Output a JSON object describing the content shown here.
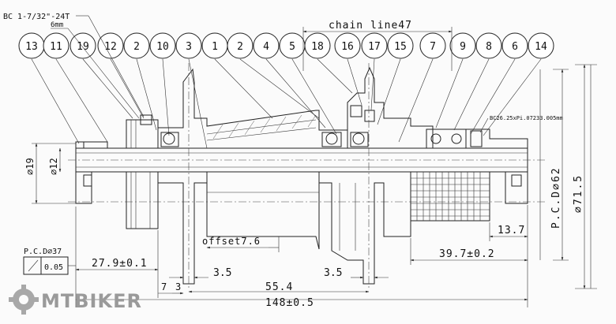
{
  "notes": {
    "bc_top": "BC 1-7/32\"-24T",
    "mm6": "6mm",
    "chain_line": "chain line47",
    "bc_right": "BC26.25xPi.07233.005mm",
    "pcd_small": "P.C.D⌀37",
    "tolerance": "0.05",
    "offset": "offset7.6"
  },
  "callouts": [
    "13",
    "11",
    "19",
    "12",
    "2",
    "10",
    "3",
    "1",
    "2",
    "4",
    "5",
    "18",
    "16",
    "17",
    "15",
    "7",
    "9",
    "8",
    "6",
    "14"
  ],
  "dimensions": {
    "d19": "⌀19",
    "d12": "⌀12",
    "pcd62": "P.C.D⌀62",
    "d715": "⌀71.5",
    "d137": "13.7",
    "d397": "39.7±0.2",
    "d279": "27.9±0.1",
    "d35a": "3.5",
    "d35b": "3.5",
    "d554": "55.4",
    "d7": "7",
    "d3": "3",
    "d148": "148±0.5"
  },
  "watermark": {
    "text": "MTBIKER",
    "color": "#9a9a9a"
  },
  "colors": {
    "ink": "#222222",
    "paper": "#fbfbfb"
  }
}
